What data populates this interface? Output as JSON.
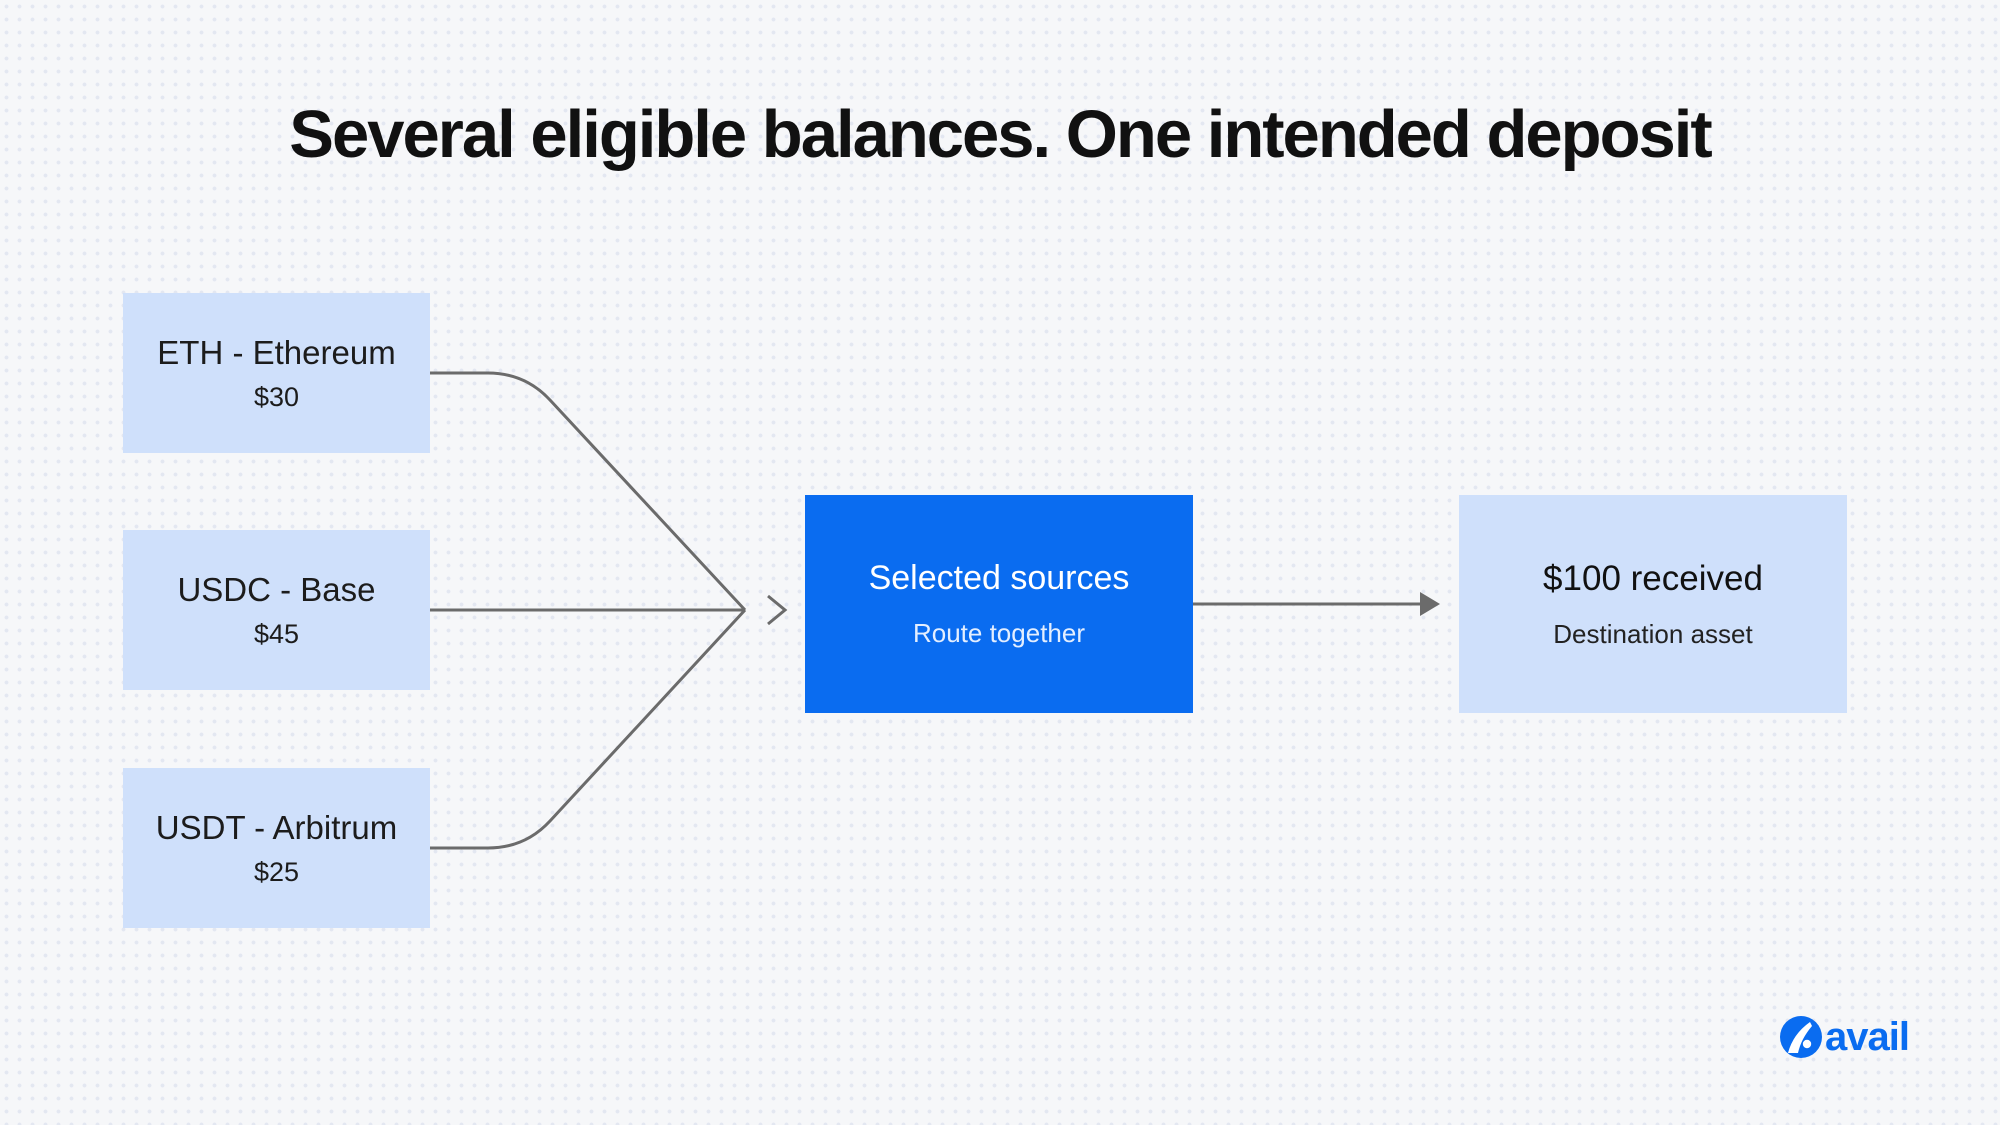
{
  "title": "Several eligible balances. One intended deposit",
  "sources": [
    {
      "name": "ETH - Ethereum",
      "amount": "$30"
    },
    {
      "name": "USDC - Base",
      "amount": "$45"
    },
    {
      "name": "USDT - Arbitrum",
      "amount": "$25"
    }
  ],
  "selected": {
    "title": "Selected sources",
    "subtitle": "Route together"
  },
  "destination": {
    "title": "$100 received",
    "subtitle": "Destination asset"
  },
  "logo": {
    "text": "avail",
    "icon": "avail-logo-icon"
  },
  "colors": {
    "background": "#f6f7f9",
    "box_light": "#cfe0fb",
    "box_primary": "#0a6cf0",
    "connector": "#6b6b6b",
    "brand": "#0a6cf0"
  }
}
